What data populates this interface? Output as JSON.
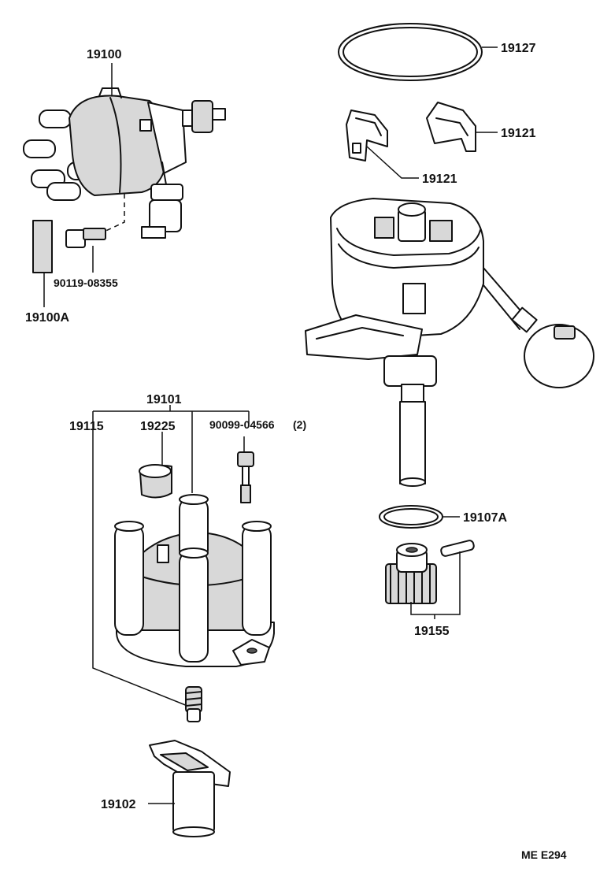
{
  "labels": {
    "p19100": "19100",
    "p90119": "90119-08355",
    "p19100a": "19100A",
    "p19127": "19127",
    "p19121_right": "19121",
    "p19121_left": "19121",
    "p19101": "19101",
    "p19115": "19115",
    "p19225": "19225",
    "p90099": "90099-04566",
    "p90099_qty": "(2)",
    "p19107a": "19107A",
    "p19155": "19155",
    "p19102": "19102",
    "code": "ME E294"
  }
}
